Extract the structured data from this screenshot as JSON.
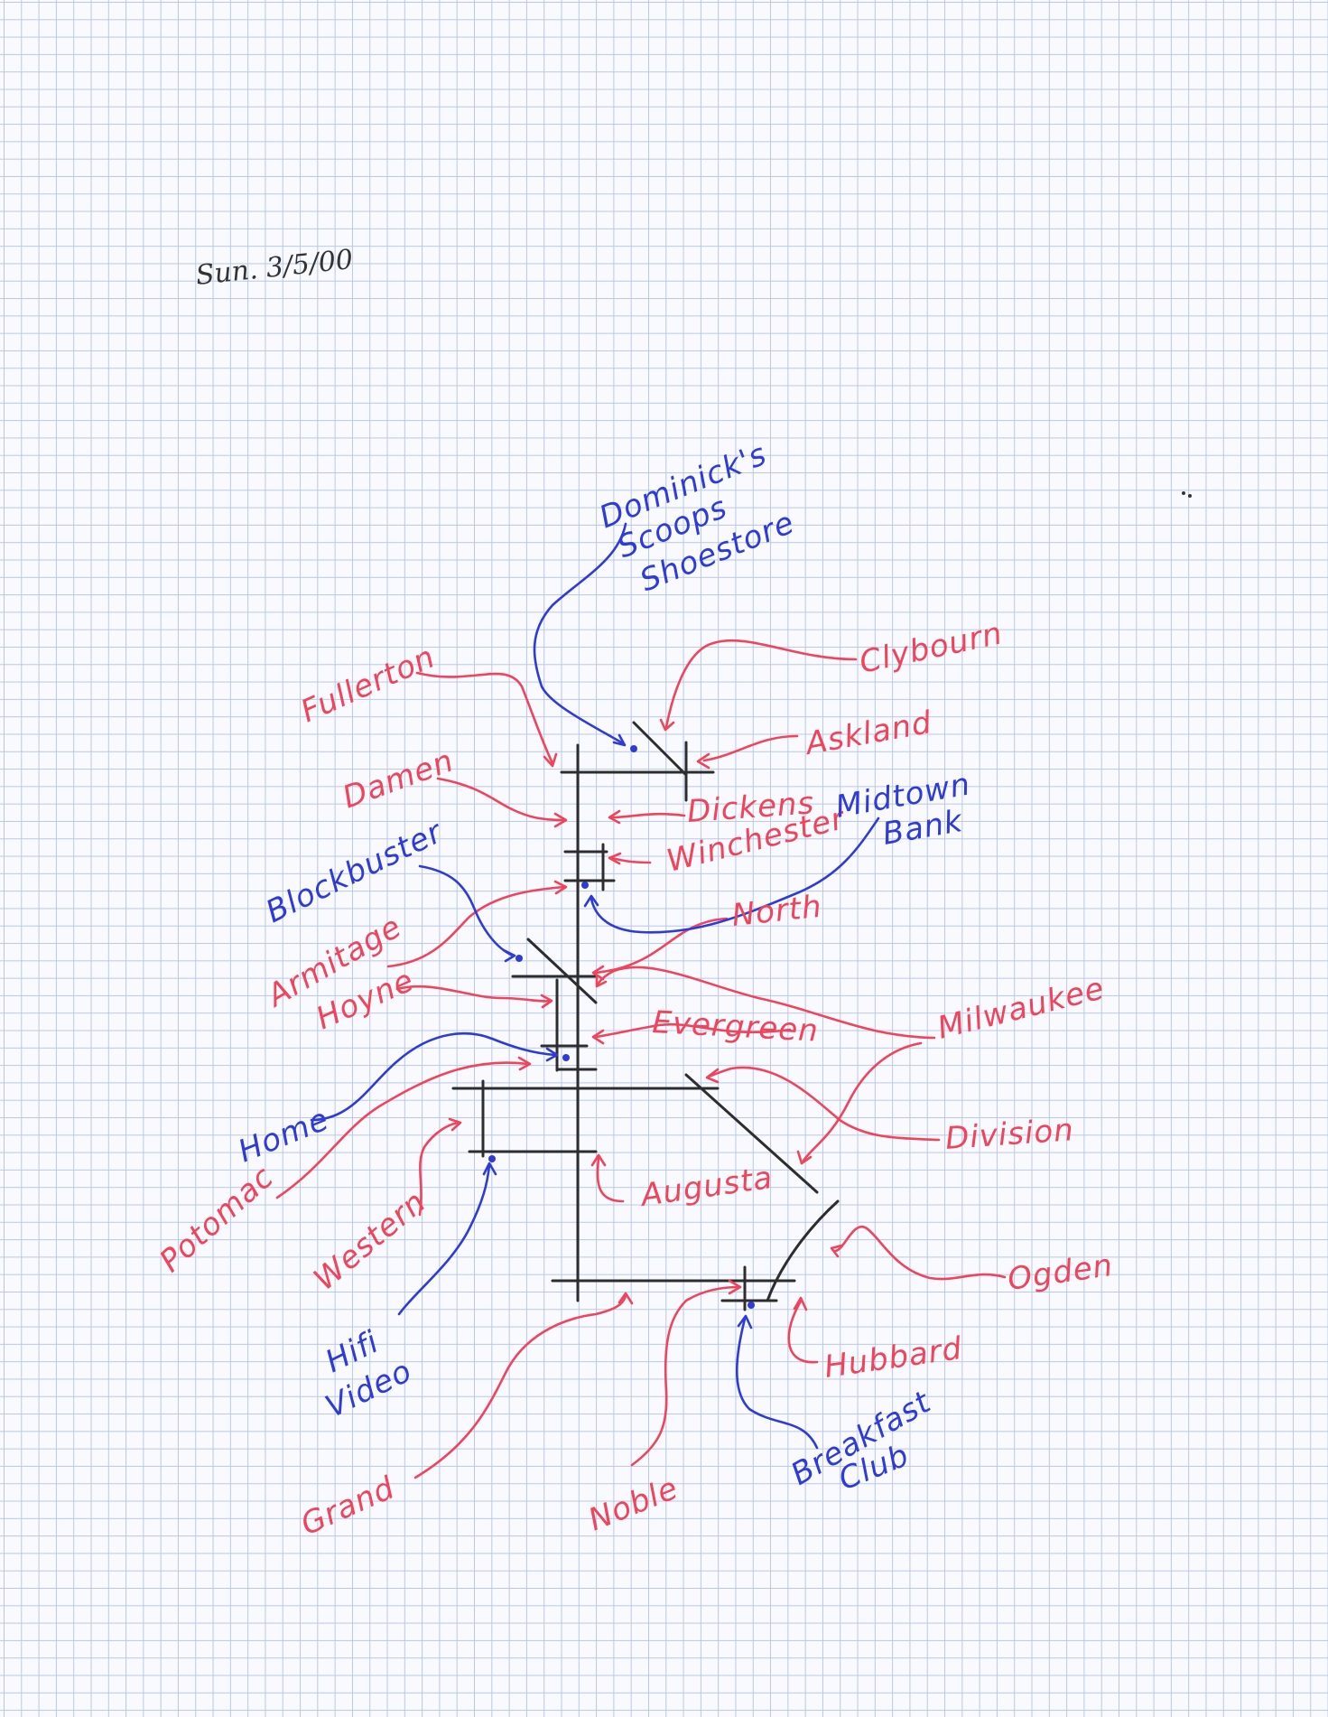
{
  "date": "Sun. 3/5/00",
  "colors": {
    "street_ink": "#f0445a",
    "place_ink": "#2f3bd6",
    "road_ink": "#2d2d2d",
    "grid": "#b9c8e6"
  },
  "streets": {
    "fullerton": "Fullerton",
    "clybourn": "Clybourn",
    "askland": "Askland",
    "damen": "Damen",
    "dickens": "Dickens",
    "winchester": "Winchester",
    "north": "North",
    "armitage": "Armitage",
    "hoyne": "Hoyne",
    "evergreen": "Evergreen",
    "milwaukee": "Milwaukee",
    "division": "Division",
    "potomac": "Potomac",
    "western": "Western",
    "augusta": "Augusta",
    "ogden": "Ogden",
    "hubbard": "Hubbard",
    "grand": "Grand",
    "noble": "Noble"
  },
  "places": {
    "dominicks": [
      "Dominick's",
      "Scoops",
      "Shoestore"
    ],
    "midtown_bank": [
      "Midtown",
      "Bank"
    ],
    "blockbuster": "Blockbuster",
    "home": "Home",
    "hifi_video": [
      "Hifi",
      "Video"
    ],
    "breakfast_club": [
      "Breakfast",
      "Club"
    ]
  }
}
